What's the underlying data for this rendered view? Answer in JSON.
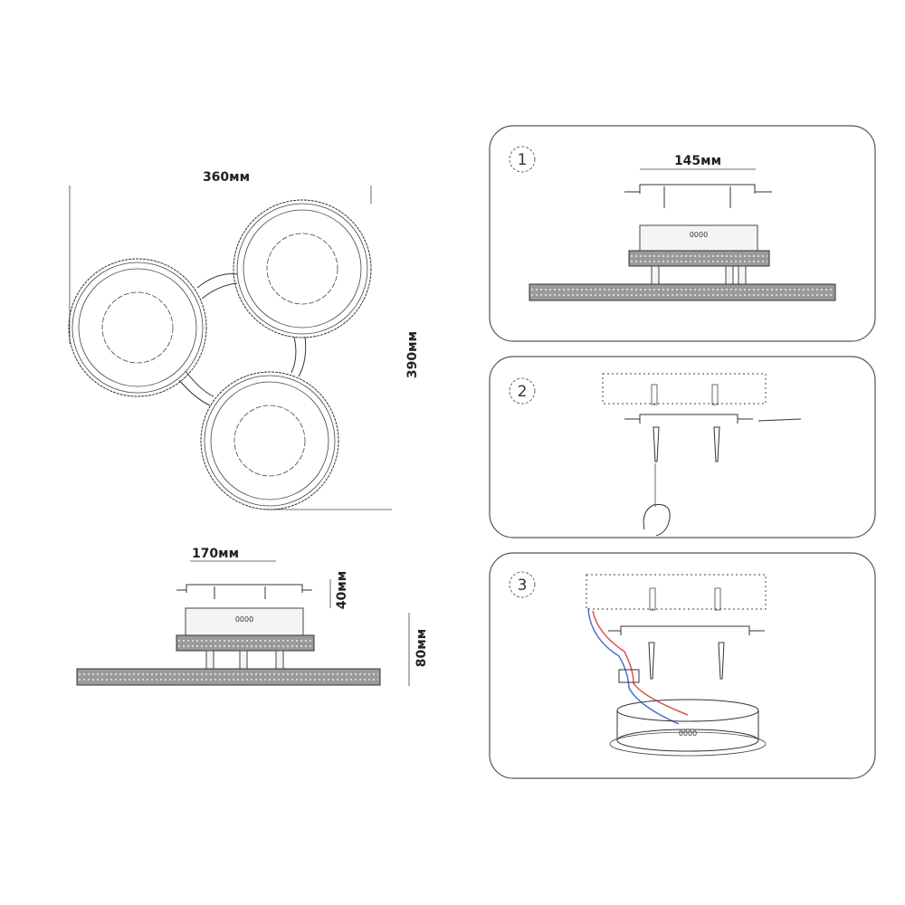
{
  "top_view": {
    "width_label": "360мм",
    "height_label": "390мм"
  },
  "side_view": {
    "bracket_width_label": "170мм",
    "bracket_height_label": "40мм",
    "total_height_label": "80мм",
    "driver_label": "0000"
  },
  "steps": [
    {
      "number": "1",
      "bracket_width_label": "145мм",
      "driver_label": "0000"
    },
    {
      "number": "2"
    },
    {
      "number": "3",
      "driver_label": "0000"
    }
  ],
  "colors": {
    "wire_red": "#d9534f",
    "wire_blue": "#4a6fd1"
  }
}
